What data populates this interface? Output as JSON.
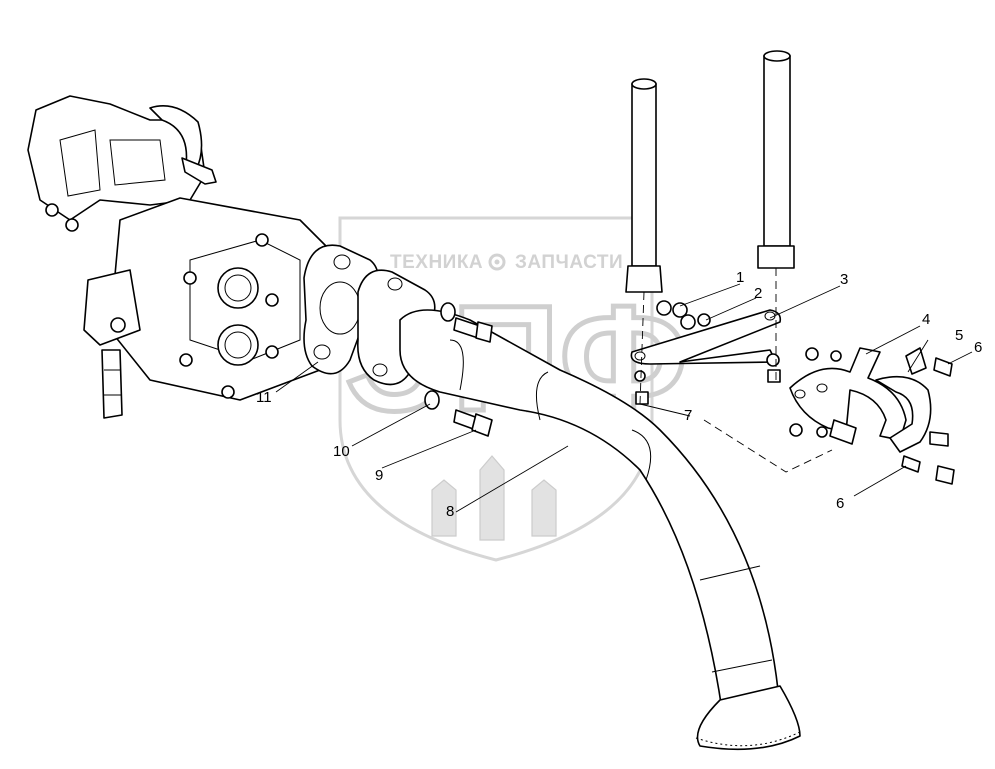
{
  "watermark": {
    "brand_left": "ТЕХНИКА",
    "brand_right": "ЗАПЧАСТИ",
    "logo_letters": "ЭПФ"
  },
  "callouts": [
    {
      "id": "c1",
      "label": "1"
    },
    {
      "id": "c2",
      "label": "2"
    },
    {
      "id": "c3",
      "label": "3"
    },
    {
      "id": "c4",
      "label": "4"
    },
    {
      "id": "c5",
      "label": "5"
    },
    {
      "id": "c6a",
      "label": "6"
    },
    {
      "id": "c6b",
      "label": "6"
    },
    {
      "id": "c7",
      "label": "7"
    },
    {
      "id": "c8",
      "label": "8"
    },
    {
      "id": "c9",
      "label": "9"
    },
    {
      "id": "c10",
      "label": "10"
    },
    {
      "id": "c11",
      "label": "11"
    }
  ]
}
